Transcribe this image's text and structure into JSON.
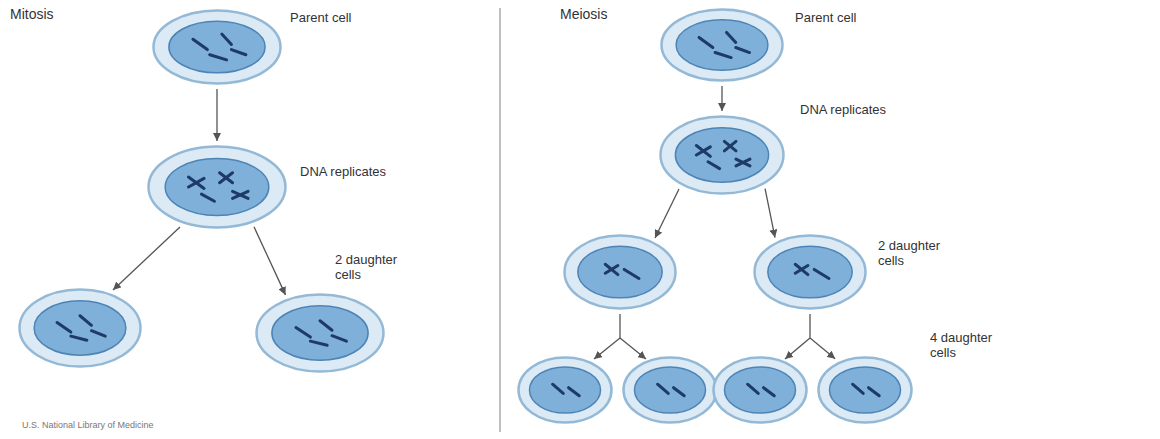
{
  "diagram": {
    "nodes": [
      {
        "text": [
          "Parent cell"
        ]
      },
      {
        "text": [
          "DNA replicates"
        ]
      },
      {
        "text": [
          "2 daughter cells"
        ]
      },
      {
        "text": [
          "Parent cell"
        ]
      },
      {
        "text": [
          "DNA replicates"
        ]
      },
      {
        "text": [
          "2 daughter cells"
        ]
      },
      {
        "text": [
          "4 daughter cells"
        ]
      }
    ],
    "edges": [
      {
        "from": 0,
        "to": 1,
        "arrow": "to"
      },
      {
        "from": 1,
        "to": 2,
        "arrow": "to"
      },
      {
        "from": 3,
        "to": 4,
        "arrow": "to"
      },
      {
        "from": 4,
        "to": 5,
        "arrow": "to"
      },
      {
        "from": 5,
        "to": 6,
        "arrow": "to"
      }
    ],
    "labels": [
      "Mitosis",
      "Meiosis",
      "U.S. National Library of Medicine"
    ]
  }
}
